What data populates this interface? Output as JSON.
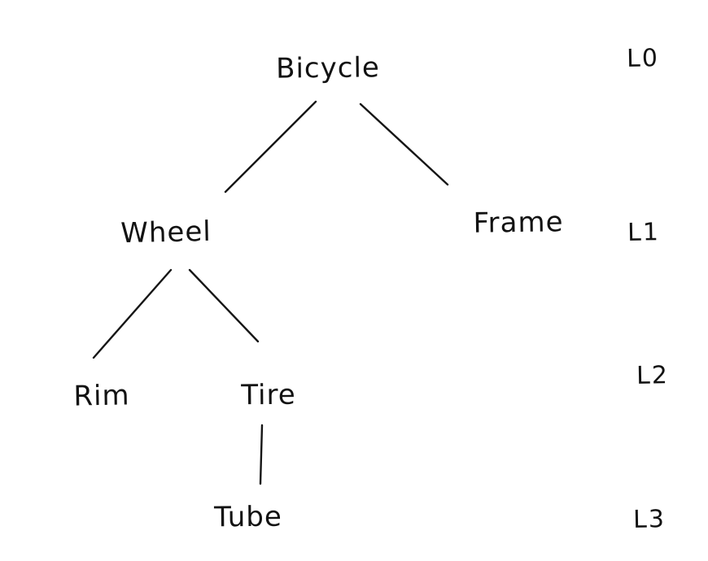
{
  "diagram": {
    "type": "tree",
    "colors": {
      "ink": "#161616",
      "background": "#ffffff"
    },
    "nodes": [
      {
        "id": "bicycle",
        "label": "Bicycle",
        "level": 0,
        "parent": null
      },
      {
        "id": "wheel",
        "label": "Wheel",
        "level": 1,
        "parent": "bicycle"
      },
      {
        "id": "frame",
        "label": "Frame",
        "level": 1,
        "parent": "bicycle"
      },
      {
        "id": "rim",
        "label": "Rim",
        "level": 2,
        "parent": "wheel"
      },
      {
        "id": "tire",
        "label": "Tire",
        "level": 2,
        "parent": "wheel"
      },
      {
        "id": "tube",
        "label": "Tube",
        "level": 3,
        "parent": "tire"
      }
    ],
    "edges": [
      {
        "from": "bicycle",
        "to": "wheel"
      },
      {
        "from": "bicycle",
        "to": "frame"
      },
      {
        "from": "wheel",
        "to": "rim"
      },
      {
        "from": "wheel",
        "to": "tire"
      },
      {
        "from": "tire",
        "to": "tube"
      }
    ],
    "levels": [
      {
        "label": "L0"
      },
      {
        "label": "L1"
      },
      {
        "label": "L2"
      },
      {
        "label": "L3"
      }
    ]
  }
}
